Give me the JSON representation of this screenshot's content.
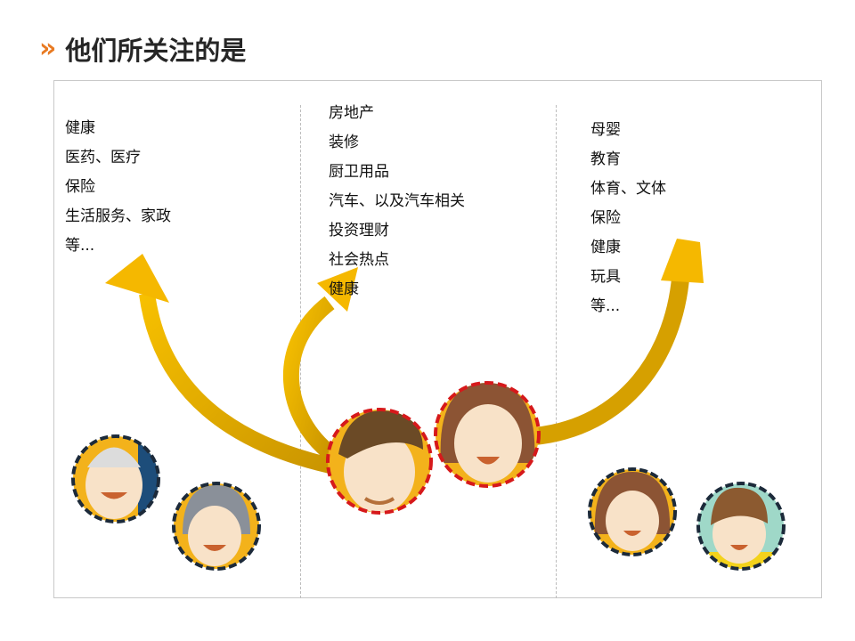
{
  "header": {
    "title": "他们所关注的是",
    "chevron_icon": "double-chevron-right-icon"
  },
  "colors": {
    "accent": "#e87a22",
    "arrow": "#f5b800",
    "arrow_dark": "#c99400",
    "ring_dark": "#1c2a3a",
    "ring_red": "#d6191b"
  },
  "columns": [
    {
      "group": "elderly",
      "items": [
        "健康",
        "医药、医疗",
        "保险",
        "生活服务、家政",
        "等..."
      ]
    },
    {
      "group": "parents",
      "items": [
        "房地产",
        "装修",
        "厨卫用品",
        "汽车、以及汽车相关",
        "投资理财",
        "社会热点",
        "健康"
      ]
    },
    {
      "group": "children",
      "items": [
        "母婴",
        "教育",
        "体育、文体",
        "保险",
        "健康",
        "玩具",
        "等..."
      ]
    }
  ]
}
